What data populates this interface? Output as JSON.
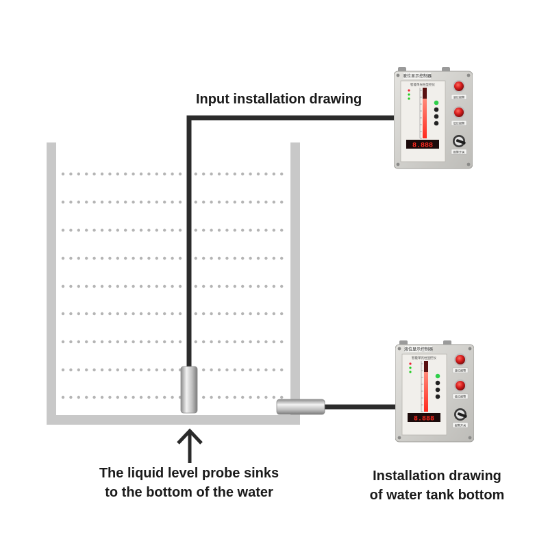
{
  "labels": {
    "input_installation": "Input installation drawing",
    "probe_line1": "The liquid level probe sinks",
    "probe_line2": "to the bottom of the water",
    "bottom_line1": "Installation drawing",
    "bottom_line2": "of water tank bottom"
  },
  "controller": {
    "title": "液位显示控制器",
    "subtitle": "智能单光柱显控仪",
    "display_value": "8.888",
    "alarm_high_label": "高位报警",
    "alarm_low_label": "低位报警",
    "switch_label": "报警开关"
  },
  "colors": {
    "tank_wall": "#c8c8c8",
    "water_dots": "#b4b4b4",
    "cable": "#2b2b2b",
    "probe_metal": "#cfcfcf",
    "enclosure": "#d9d9d6",
    "panel": "#eceae6",
    "bargraph_red": "#e2312b",
    "led_display": "#e8141a",
    "alarm_button": "#d61d1d"
  }
}
